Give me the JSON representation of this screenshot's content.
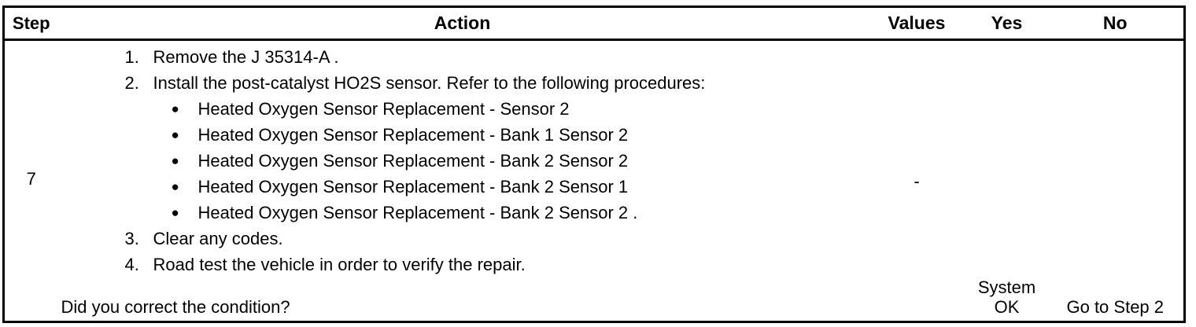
{
  "table": {
    "headers": {
      "step": "Step",
      "action": "Action",
      "values": "Values",
      "yes": "Yes",
      "no": "No"
    },
    "row": {
      "step_number": "7",
      "numbered_items": [
        {
          "marker": "1.",
          "text": "Remove the J 35314-A ."
        },
        {
          "marker": "2.",
          "text": "Install the post-catalyst HO2S sensor. Refer to the following procedures:"
        },
        {
          "marker": "3.",
          "text": "Clear any codes."
        },
        {
          "marker": "4.",
          "text": "Road test the vehicle in order to verify the repair."
        }
      ],
      "bullets": [
        {
          "glyph": "●",
          "text": "Heated Oxygen Sensor Replacement - Sensor 2"
        },
        {
          "glyph": "●",
          "text": "Heated Oxygen Sensor Replacement - Bank 1 Sensor 2"
        },
        {
          "glyph": "●",
          "text": "Heated Oxygen Sensor Replacement - Bank 2 Sensor 2"
        },
        {
          "glyph": "●",
          "text": "Heated Oxygen Sensor Replacement - Bank 2 Sensor 1"
        },
        {
          "glyph": "●",
          "text": "Heated Oxygen Sensor Replacement - Bank 2 Sensor 2 ."
        }
      ],
      "question": "Did you correct the condition?",
      "values": "-",
      "yes_line1": "System",
      "yes_line2": "OK",
      "no": "Go to Step 2"
    }
  },
  "colors": {
    "background": "#ffffff",
    "text": "#000000",
    "border": "#000000"
  }
}
